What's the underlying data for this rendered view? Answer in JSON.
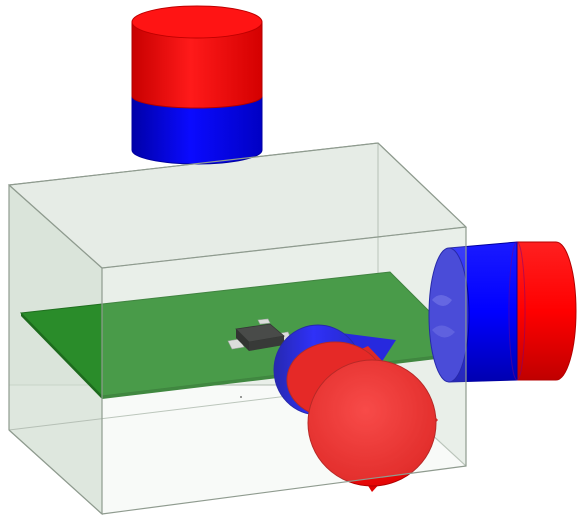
{
  "scene": {
    "colors": {
      "background": "#ffffff",
      "enclosure_fill": "#d7e2d7",
      "enclosure_edge": "#9aa69a",
      "pcb": "#2a8c2a",
      "pcb_edge": "#1f6e1f",
      "component_body": "#1e1e1e",
      "component_lead": "#d8d8d8",
      "magnet_north": "#ff0000",
      "magnet_south": "#0000ff",
      "magnet_edge_north": "#c40000",
      "magnet_edge_south": "#0000b0"
    },
    "objects": [
      "transparent-enclosure",
      "circuit-board",
      "sensor-chip",
      "top-magnet",
      "right-magnet",
      "front-magnet"
    ]
  }
}
